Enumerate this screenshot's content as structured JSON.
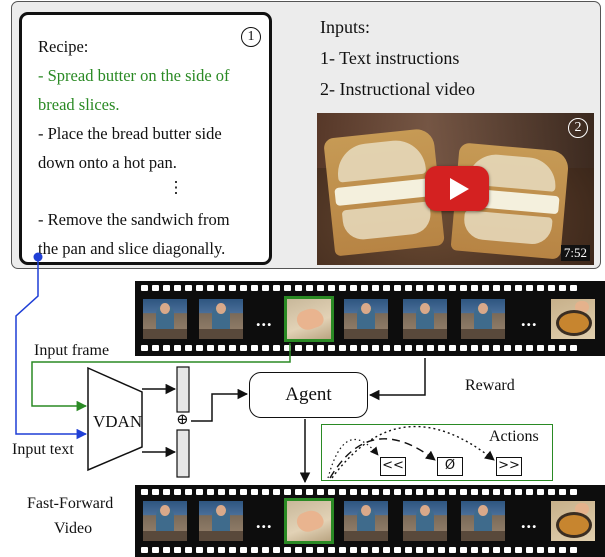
{
  "recipe": {
    "heading": "Recipe:",
    "step1_line1": "- Spread butter on the side of",
    "step1_line2": "bread slices.",
    "step2_line1": "- Place the bread butter side",
    "step2_line2": "down onto a hot pan.",
    "dots": "⋮",
    "step3_line1": "- Remove the sandwich from",
    "step3_line2": "the pan and slice diagonally.",
    "badge": "1"
  },
  "inputs": {
    "title": "Inputs:",
    "item1": "1- Text instructions",
    "item2": "2- Instructional video"
  },
  "video": {
    "badge": "2",
    "duration": "7:52"
  },
  "labels": {
    "input_frame": "Input frame",
    "input_text": "Input text",
    "vdan": "VDAN",
    "agent": "Agent",
    "reward": "Reward",
    "actions": "Actions",
    "oplus": "⊕",
    "fast_forward_line1": "Fast-Forward",
    "fast_forward_line2": "Video",
    "ellipsis": "..."
  },
  "actions": {
    "rewind": "<<",
    "skip": "Ø",
    "forward": ">>"
  },
  "colors": {
    "green": "#2a8a24",
    "blue": "#1f3fd6",
    "film": "#0d0d0d",
    "play_red": "#d42121"
  }
}
